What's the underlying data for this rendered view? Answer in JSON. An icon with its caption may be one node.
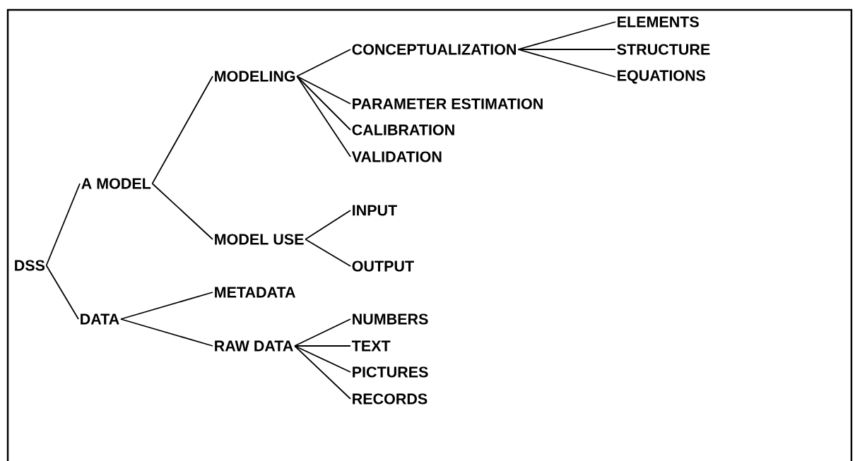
{
  "diagram": {
    "nodes": [
      {
        "text": [
          "DSS"
        ]
      },
      {
        "text": [
          "A MODEL"
        ]
      },
      {
        "text": [
          "MODELING"
        ]
      },
      {
        "text": [
          "CONCEPTUALIZATION"
        ]
      },
      {
        "text": [
          "ELEMENTS"
        ]
      },
      {
        "text": [
          "STRUCTURE"
        ]
      },
      {
        "text": [
          "EQUATIONS"
        ]
      },
      {
        "text": [
          "PARAMETER ESTIMATION"
        ]
      },
      {
        "text": [
          "CALIBRATION"
        ]
      },
      {
        "text": [
          "VALIDATION"
        ]
      },
      {
        "text": [
          "MODEL USE"
        ]
      },
      {
        "text": [
          "INPUT"
        ]
      },
      {
        "text": [
          "OUTPUT"
        ]
      },
      {
        "text": [
          "DATA"
        ]
      },
      {
        "text": [
          "METADATA"
        ]
      },
      {
        "text": [
          "RAW DATA"
        ]
      },
      {
        "text": [
          "NUMBERS"
        ]
      },
      {
        "text": [
          "TEXT"
        ]
      },
      {
        "text": [
          "PICTURES"
        ]
      },
      {
        "text": [
          "RECORDS"
        ]
      }
    ],
    "edges": [
      {
        "from": 0,
        "to": 1,
        "arrow": "none"
      },
      {
        "from": 0,
        "to": 13,
        "arrow": "none"
      },
      {
        "from": 1,
        "to": 2,
        "arrow": "none"
      },
      {
        "from": 1,
        "to": 10,
        "arrow": "none"
      },
      {
        "from": 2,
        "to": 3,
        "arrow": "none"
      },
      {
        "from": 2,
        "to": 7,
        "arrow": "none"
      },
      {
        "from": 2,
        "to": 8,
        "arrow": "none"
      },
      {
        "from": 2,
        "to": 9,
        "arrow": "none"
      },
      {
        "from": 3,
        "to": 4,
        "arrow": "none"
      },
      {
        "from": 3,
        "to": 5,
        "arrow": "none"
      },
      {
        "from": 3,
        "to": 6,
        "arrow": "none"
      },
      {
        "from": 10,
        "to": 11,
        "arrow": "none"
      },
      {
        "from": 10,
        "to": 12,
        "arrow": "none"
      },
      {
        "from": 13,
        "to": 14,
        "arrow": "none"
      },
      {
        "from": 13,
        "to": 15,
        "arrow": "none"
      },
      {
        "from": 15,
        "to": 16,
        "arrow": "none"
      },
      {
        "from": 15,
        "to": 17,
        "arrow": "none"
      },
      {
        "from": 15,
        "to": 18,
        "arrow": "none"
      },
      {
        "from": 15,
        "to": 19,
        "arrow": "none"
      }
    ]
  }
}
